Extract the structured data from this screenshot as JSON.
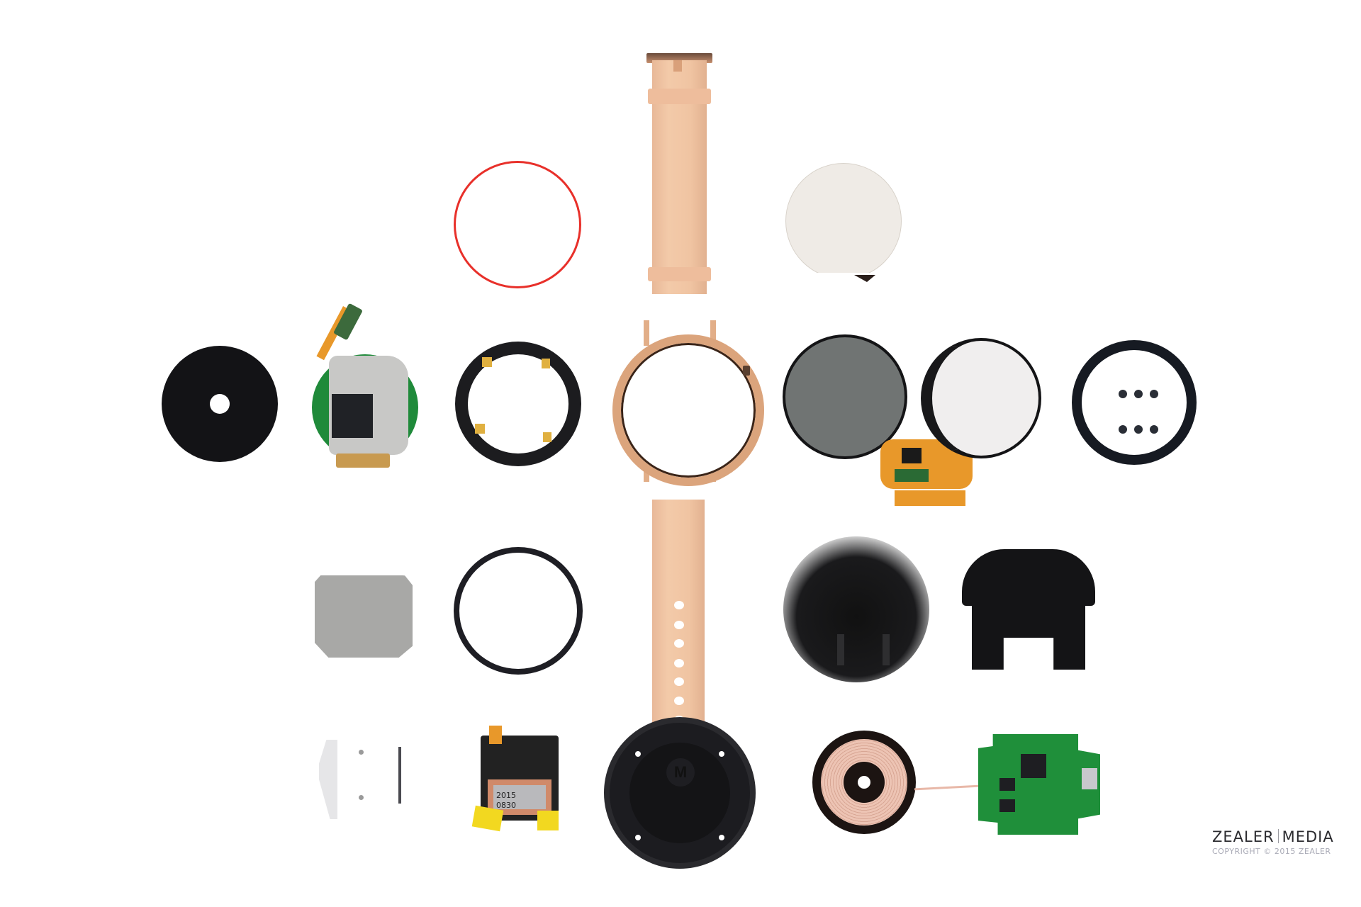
{
  "scene": {
    "description": "Exploded teardown of a rose-gold round smartwatch and charging dock laid out on white background",
    "background": "#ffffff",
    "colors": {
      "strap": "#f0c4a2",
      "gold_case": "#d9a276",
      "red_ring": "#e8302a",
      "black_parts": "#16161a",
      "display_grey": "#6f7272",
      "pcb_green": "#1f8f3a",
      "flex_orange": "#e8982a",
      "coil_copper": "#e8b8a8"
    }
  },
  "components": {
    "top_strap": "buckle strap",
    "red_ring": "red gasket ring",
    "backlight": "backlight diffuser",
    "black_disc": "black sensor disc",
    "motherboard": "main logic board",
    "antenna_ring": "black antenna ring",
    "gold_case": "rose-gold case",
    "grey_display": "OLED display",
    "white_lcd": "LCD panel",
    "gasket_ring": "rubber gasket with plugs",
    "metal_plate": "metal shield plate",
    "bezel_ring": "black bezel ring",
    "bottom_strap": "holed strap",
    "charging_dock": "charging dock shell",
    "dock_frame": "dock inner frame",
    "brackets": "plastic brackets and screws",
    "battery": "battery",
    "back_cover": "back cover",
    "coil": "wireless charging coil",
    "dock_pcb": "dock circuit board"
  },
  "battery_label": {
    "line1": "2015",
    "line2": "0830"
  },
  "watermark": {
    "brand_left": "ZEALER",
    "brand_right": "MEDIA",
    "copyright": "COPYRIGHT © 2015 ZEALER"
  }
}
